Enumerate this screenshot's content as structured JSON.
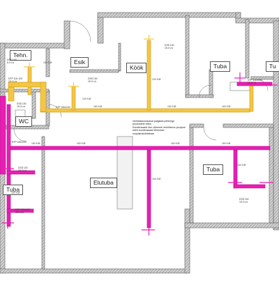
{
  "rooms": {
    "tehn": "Tehn.",
    "esik": "Esik",
    "kook": "Köök",
    "tuba_top": "Tuba",
    "tuba_right_edge": "Tu",
    "wc": "WC",
    "elutuba": "Elutuba",
    "tuba_left": "Tuba",
    "tuba_right": "Tuba"
  },
  "note": {
    "line1": "Ventilatsioonikanal paigalda põhiringe",
    "line2": "puudustele võiks",
    "line3": "Kondensaadi ühe väheneb ümbritseva (soojuse",
    "line4": "tuleb kondensaadi tõkestuse",
    "line5": "soojustuskihtidesse"
  },
  "specs": {
    "tehn": {
      "a": "DSS 100",
      "b": "8.0 L/s"
    },
    "left": {
      "a": "DSS 100",
      "b": "15.0 L/s"
    },
    "esik": {
      "a": "DSS 100",
      "b": "15.0 L/s"
    },
    "kook": {
      "a": "DSS 100",
      "b": "15.0 L/s"
    },
    "ntp_top": {
      "a": "NTP 100-100",
      "b": "15.0 L/s"
    },
    "ntp_mid": {
      "a": "NTP 160x100",
      "b": ""
    },
    "ntp_left": {
      "a": "NTP 160x100",
      "b": ""
    },
    "tuba_top": {
      "a": "NTP 160x100",
      "b": "15.0 L/s"
    },
    "left_mid": {
      "a": "DSS 100",
      "b": "15.0 L/s"
    },
    "left_bot": {
      "a": "NTP 100x100",
      "b": "15.0 L/s"
    },
    "right_bot": {
      "a": "DSS 100",
      "b": "15.0 L/s"
    }
  },
  "dims": {
    "d1": "160 K/Ø",
    "d2": "160 K/Ø",
    "d3": "160 K/Ø",
    "d4": "160 K/Ø",
    "d5": "160 K/Ø",
    "d6": "160 K/Ø",
    "d7": "100 K/Ø",
    "d8": "100 K/Ø",
    "d9": "100 K/Ø",
    "d10": "160 K/Ø",
    "d11": "160 K/Ø",
    "d12": "160 K/Ø",
    "d13": "160 K/Ø"
  },
  "colors": {
    "wall": "#6b6b6b",
    "wall_hatch": "#9a9a9a",
    "supply_duct": "#f5c642",
    "supply_outline": "#c99a1a",
    "exhaust_duct": "#e81fb3",
    "exhaust_outline": "#b0108a"
  }
}
